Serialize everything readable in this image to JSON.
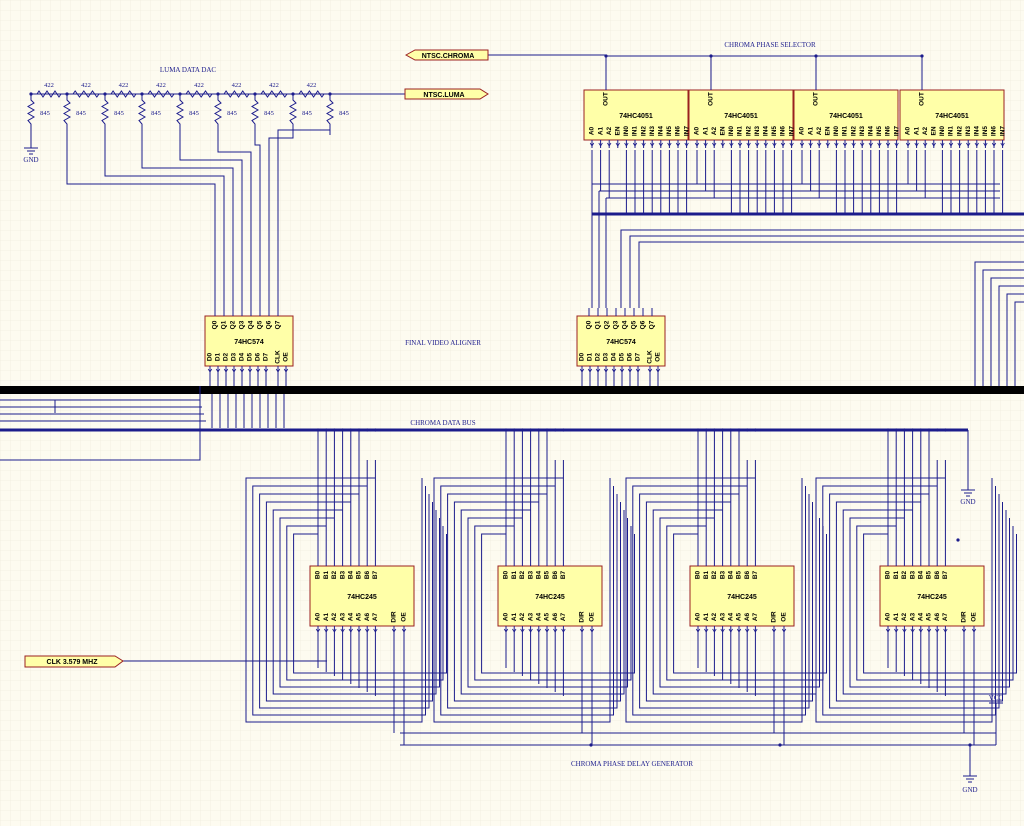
{
  "labels": {
    "luma_dac": "LUMA DATA DAC",
    "chroma_selector": "CHROMA PHASE SELECTOR",
    "video_aligner": "FINAL VIDEO ALIGNER",
    "chroma_bus": "CHROMA DATA BUS",
    "delay_generator": "CHROMA PHASE DELAY GENERATOR"
  },
  "ports": {
    "ntsc_chroma": "NTSC.CHROMA",
    "ntsc_luma": "NTSC.LUMA",
    "clk": "CLK 3.579 MHZ"
  },
  "power": {
    "gnd": "GND",
    "vcc": "VCC"
  },
  "resistors": {
    "series": "422",
    "shunt": "845"
  },
  "parts": {
    "mux": "74HC4051",
    "latch": "74HC574",
    "buffer": "74HC245"
  },
  "pins": {
    "mux_out": "OUT",
    "mux_bottom": [
      "A0",
      "A1",
      "A2",
      "EN",
      "IN0",
      "IN1",
      "IN2",
      "IN3",
      "IN4",
      "IN5",
      "IN6",
      "IN7"
    ],
    "latch_top": [
      "Q0",
      "Q1",
      "Q2",
      "Q3",
      "Q4",
      "Q5",
      "Q6",
      "Q7"
    ],
    "latch_bottom": [
      "D0",
      "D1",
      "D2",
      "D3",
      "D4",
      "D5",
      "D6",
      "D7",
      "CLK",
      "OE"
    ],
    "buf_top": [
      "B0",
      "B1",
      "B2",
      "B3",
      "B4",
      "B5",
      "B6",
      "B7"
    ],
    "buf_bottom": [
      "A0",
      "A1",
      "A2",
      "A3",
      "A4",
      "A5",
      "A6",
      "A7",
      "DIR",
      "OE"
    ]
  },
  "colors": {
    "wire": "#1c1c8c",
    "chip_fill": "#ffffa8",
    "chip_border": "#9a2020",
    "background": "#fdfbf0"
  }
}
